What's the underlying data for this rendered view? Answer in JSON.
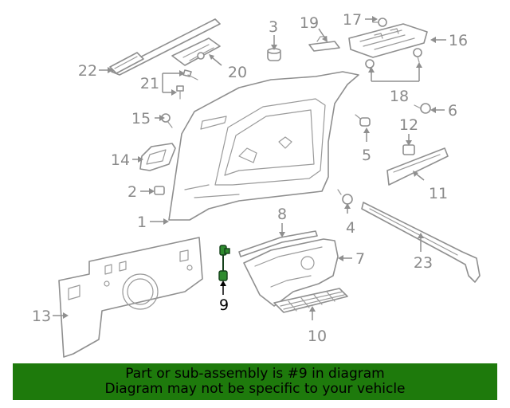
{
  "callouts": {
    "c1": "1",
    "c2": "2",
    "c3": "3",
    "c4": "4",
    "c5": "5",
    "c6": "6",
    "c7": "7",
    "c8": "8",
    "c9": "9",
    "c10": "10",
    "c11": "11",
    "c12": "12",
    "c13": "13",
    "c14": "14",
    "c15": "15",
    "c16": "16",
    "c17": "17",
    "c18": "18",
    "c19": "19",
    "c20": "20",
    "c21": "21",
    "c22": "22",
    "c23": "23"
  },
  "highlighted_part": "9",
  "banner": {
    "line1": "Part or sub-assembly is #9 in diagram",
    "line2": "Diagram may not be specific to your vehicle"
  },
  "colors": {
    "banner_bg": "#1e7a0c",
    "highlight": "#2e8b2e",
    "linework": "#8f8f8f"
  }
}
